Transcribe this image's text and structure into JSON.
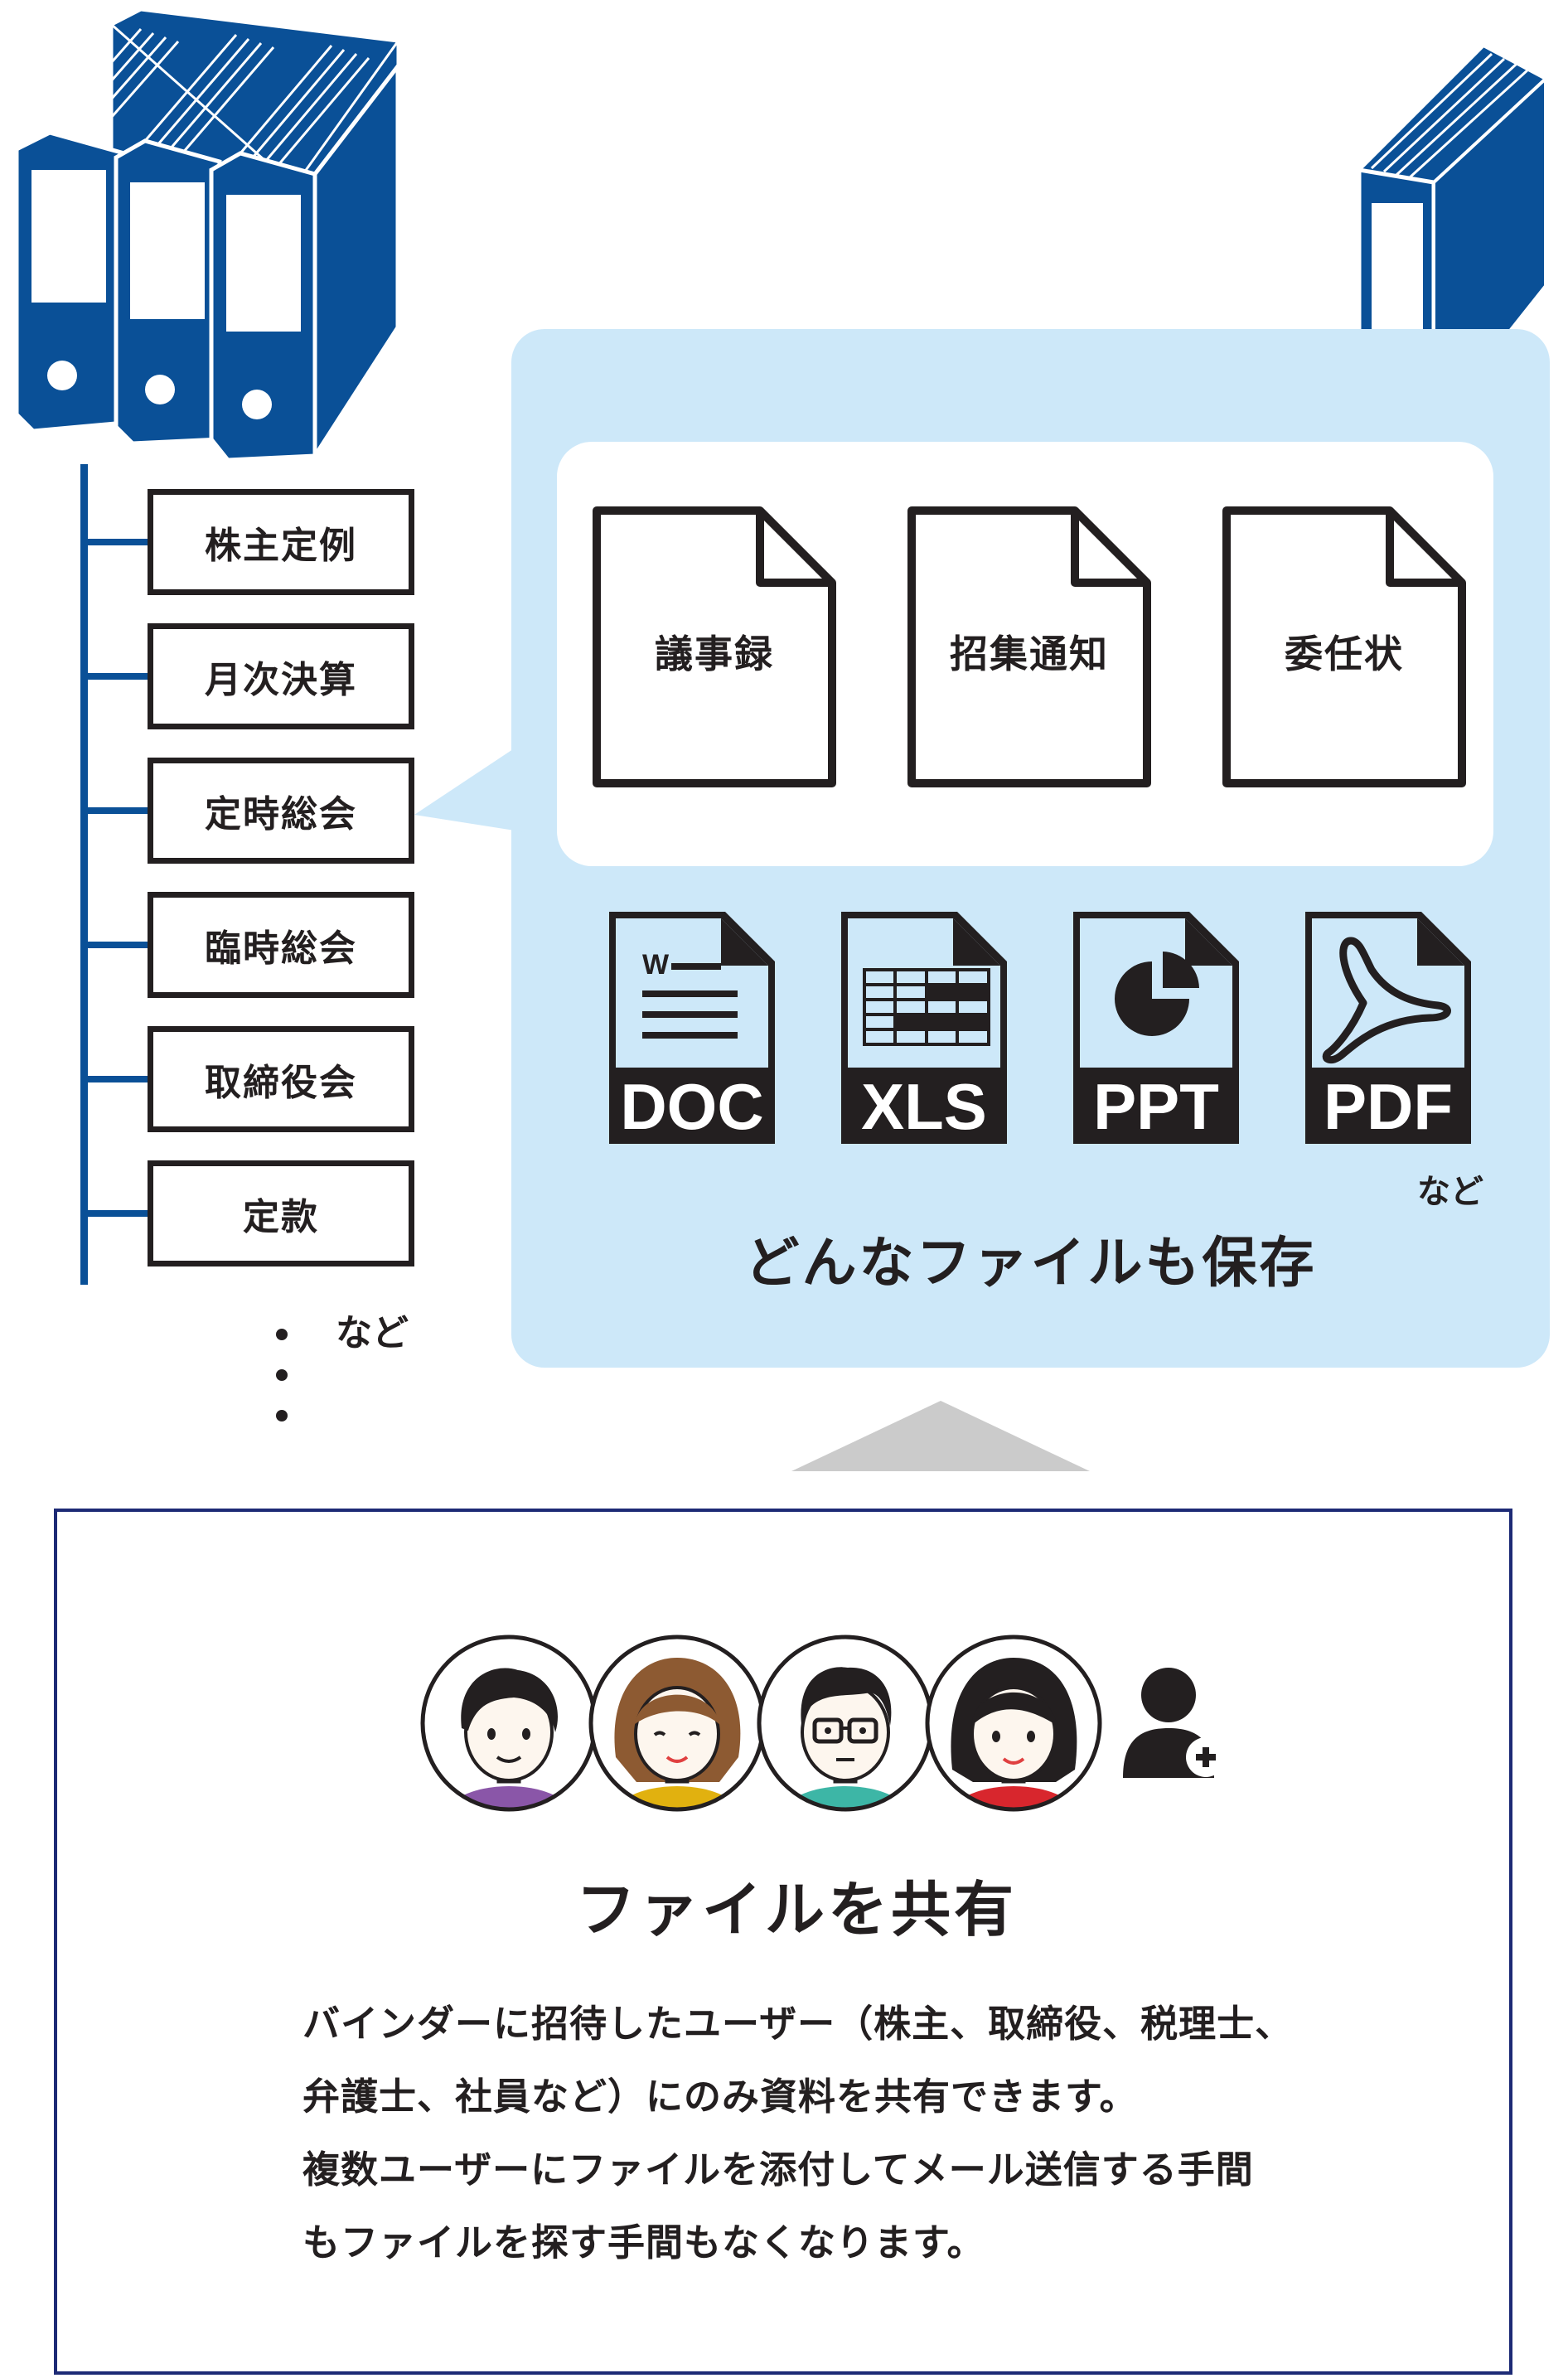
{
  "categories": [
    "株主定例",
    "月次決算",
    "定時総会",
    "臨時総会",
    "取締役会",
    "定款"
  ],
  "categories_etc": "など",
  "documents": [
    "議事録",
    "招集通知",
    "委任状"
  ],
  "file_types": [
    "DOC",
    "XLS",
    "PPT",
    "PDF"
  ],
  "file_types_etc": "など",
  "storage_headline": "どんなファイルも保存",
  "share": {
    "title": "ファイルを共有",
    "description": [
      "バインダーに招待したユーザー（株主、取締役、税理士、",
      "弁護士、社員など）にのみ資料を共有できます。",
      "複数ユーザーにファイルを添付してメール送信する手間",
      "もファイルを探す手間もなくなります。"
    ]
  },
  "colors": {
    "binder_blue": "#0a5097",
    "panel_bg": "#cde8f9",
    "share_border": "#1d2a75",
    "ink": "#231f20"
  }
}
